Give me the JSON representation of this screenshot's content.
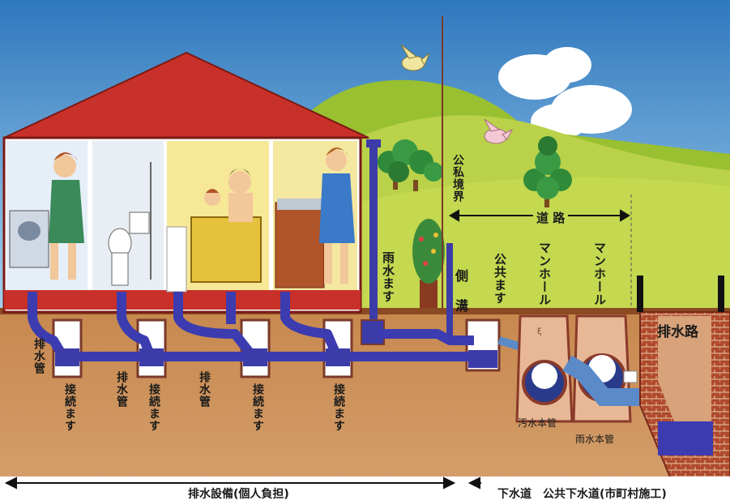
{
  "labels": {
    "public_private_boundary": "公私境界",
    "road": "道 路",
    "rain_basin": "雨水ます",
    "side_ditch": "側 溝",
    "public_basin": "公共ます",
    "manhole_1": "マンホール",
    "manhole_2": "マンホール",
    "drain_channel": "排水路",
    "drain_pipe": "排水管",
    "connection_basin": "接続ます",
    "sewage_main": "汚水本管",
    "rain_main": "雨水本管",
    "private_section": "排水設備(個人負担)",
    "public_section": "下水道　公共下水道(市町村施工)"
  },
  "colors": {
    "sky": "#3a86c8",
    "hill": "#a8c83c",
    "soil": "#b8773f",
    "pipe": "#3c3ca8",
    "roof": "#c8302a",
    "wall": "#f4e7a0"
  }
}
